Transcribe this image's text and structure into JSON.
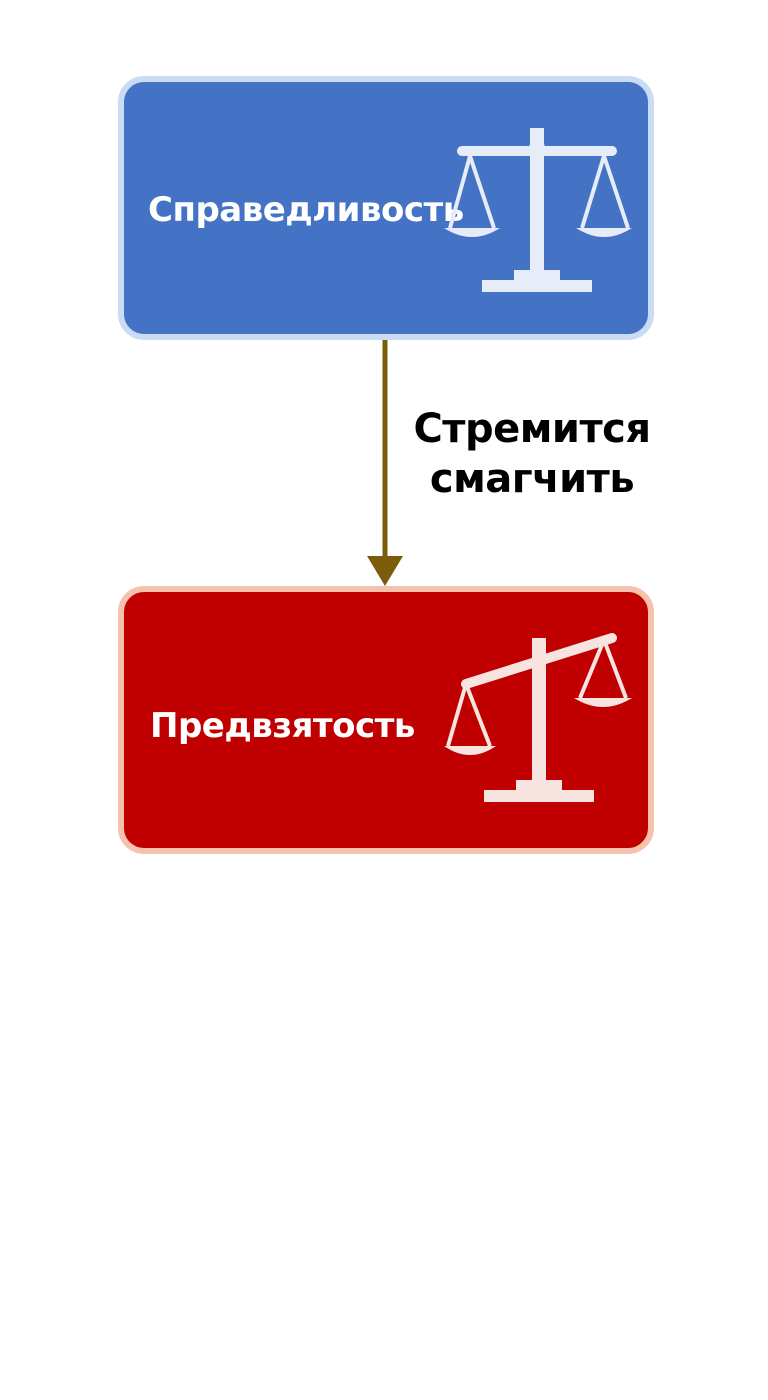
{
  "nodes": {
    "justice": {
      "label": "Справедливость",
      "icon": "balanced-scale-icon",
      "fill": "#4472c4",
      "border": "#c9dcf4"
    },
    "bias": {
      "label": "Предвзятость",
      "icon": "tilted-scale-icon",
      "fill": "#c00000",
      "border": "#f6c2ae"
    }
  },
  "edge": {
    "from": "justice",
    "to": "bias",
    "label_line1": "Стремится",
    "label_line2": "смагчить",
    "color": "#7a5c0a"
  }
}
